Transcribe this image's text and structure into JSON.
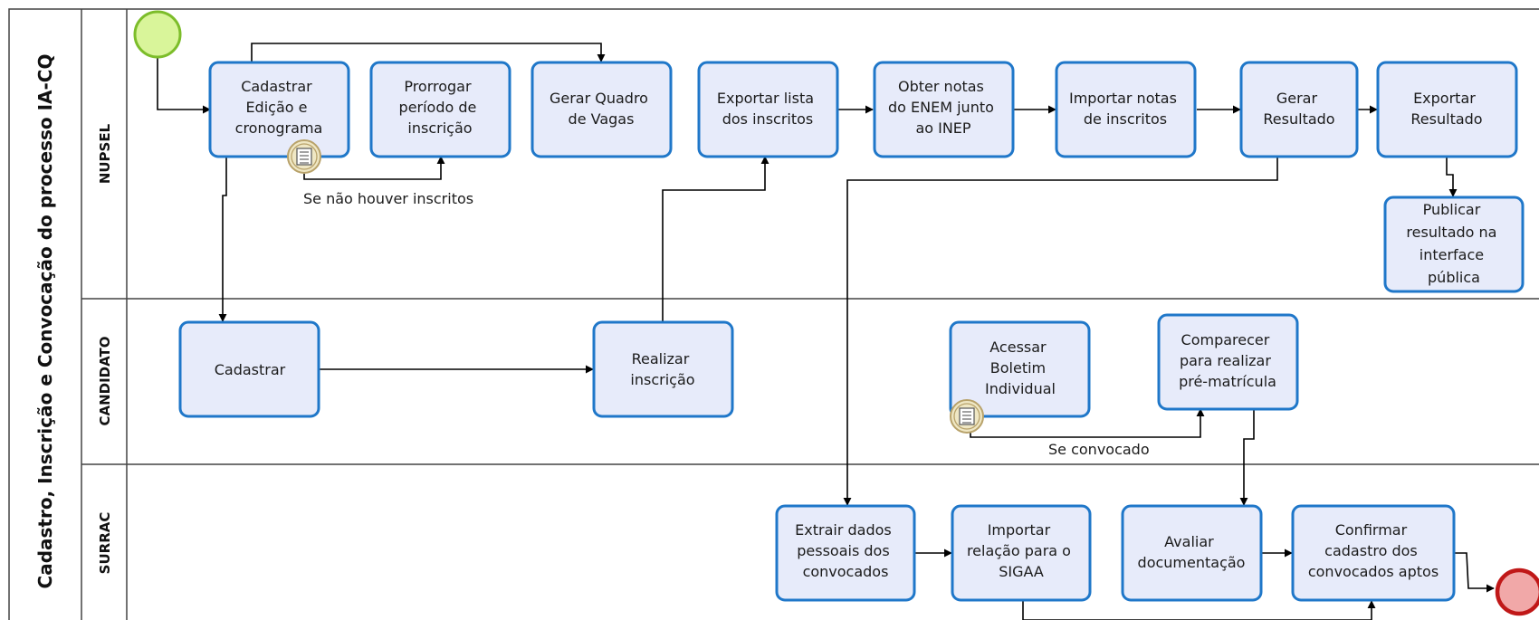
{
  "pool": {
    "title": "Cadastro, Inscrição e Convocação do processo IA-CQ"
  },
  "lanes": {
    "nupsel": "NUPSEL",
    "candidato": "CANDIDATO",
    "surrac": "SURRAC"
  },
  "tasks": {
    "cadastrar_edicao": [
      "Cadastrar",
      "Edição e",
      "cronograma"
    ],
    "prorrogar": [
      "Prorrogar",
      "período de",
      "inscrição"
    ],
    "gerar_quadro": [
      "Gerar Quadro",
      "de Vagas"
    ],
    "exportar_lista": [
      "Exportar lista",
      "dos inscritos"
    ],
    "obter_notas": [
      "Obter notas",
      "do ENEM junto",
      "ao INEP"
    ],
    "importar_notas": [
      "Importar notas",
      "de inscritos"
    ],
    "gerar_resultado": [
      "Gerar",
      "Resultado"
    ],
    "exportar_resultado": [
      "Exportar",
      "Resultado"
    ],
    "publicar_resultado": [
      "Publicar",
      "resultado na",
      "interface",
      "pública"
    ],
    "cadastrar": [
      "Cadastrar"
    ],
    "realizar_inscricao": [
      "Realizar",
      "inscrição"
    ],
    "acessar_boletim": [
      "Acessar",
      "Boletim",
      "Individual"
    ],
    "comparecer": [
      "Comparecer",
      "para realizar",
      "pré-matrícula"
    ],
    "extrair_dados": [
      "Extrair dados",
      "pessoais dos",
      "convocados"
    ],
    "importar_relacao": [
      "Importar",
      "relação para o",
      "SIGAA"
    ],
    "avaliar_doc": [
      "Avaliar",
      "documentação"
    ],
    "confirmar_cadastro": [
      "Confirmar",
      "cadastro dos",
      "convocados aptos"
    ]
  },
  "conditions": {
    "sem_inscritos": "Se não houver inscritos",
    "convocado": "Se convocado"
  },
  "colors": {
    "start_event_fill": "#d9f59a",
    "start_event_stroke": "#7cbd2a",
    "end_event_fill": "#f1a8a8",
    "end_event_stroke": "#c01818",
    "task_fill": "#e7ebfa",
    "task_stroke": "#1f77c9",
    "conditional_fill": "#efe7c4",
    "conditional_stroke": "#b8a26a"
  },
  "icons": [
    "start-event-icon",
    "end-event-icon",
    "conditional-event-icon"
  ]
}
